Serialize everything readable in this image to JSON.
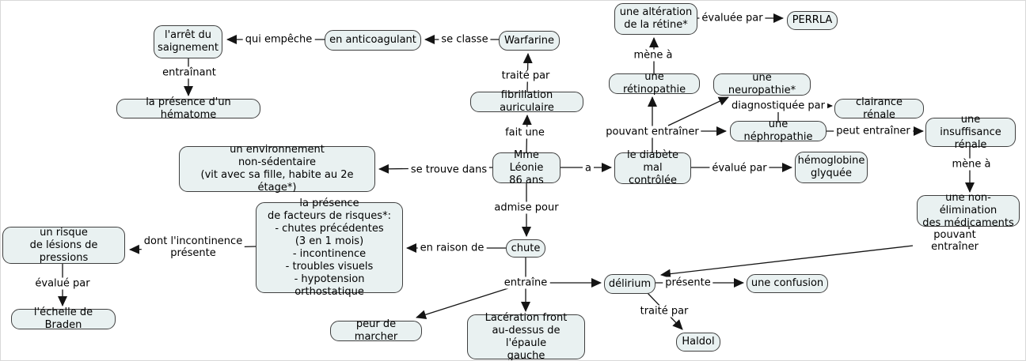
{
  "diagram": {
    "title": "concept map — Mme Léonie 86 ans (carte conceptuelle clinique)",
    "background_color": "#ffffff",
    "node_fill_color": "#e9f1f1",
    "node_border_color": "#3f3f3f",
    "line_color": "#141414"
  },
  "nodes": {
    "arret": "l'arrêt du\nsaignement",
    "hematome": "la présence d'un hématome",
    "anticoagulant": "en anticoagulant",
    "warfarine": "Warfarine",
    "fibrillation": "fibrillation auriculaire",
    "leonie": "Mme Léonie\n86 ans",
    "environnement": "un environnement\nnon-sédentaire\n(vit avec sa fille, habite au 2e étage*)",
    "diabete": "le diabète\nmal contrôlée",
    "hemoglobine": "hémoglobine\nglyquée",
    "alteration": "une altération\nde la rétine*",
    "perrla": "PERRLA",
    "retinopathie": "une rétinopathie",
    "neuropathie": "une neuropathie*",
    "clairance": "clairance rénale",
    "nephropathie": "une néphropathie",
    "insuffisance": "une insuffisance\nrénale",
    "non_elimination": "une non-élimination\ndes médicaments",
    "facteurs": "la présence\nde facteurs de risques*:\n- chutes précédentes\n(3 en 1 mois)\n- incontinence\n- troubles visuels\n- hypotension orthostatique",
    "risque": "un risque\nde lésions de pressions",
    "braden": "l'échelle de Braden",
    "chute": "chute",
    "peur": "peur de marcher",
    "laceration": "Lacération front\nau-dessus de l'épaule\ngauche",
    "delirium": "délirium",
    "confusion": "une confusion",
    "haldol": "Haldol"
  },
  "labels": {
    "qui_empeche": "qui empêche",
    "entrainant": "entraînant",
    "se_classe": "se classe",
    "traite_par_1": "traité par",
    "fait_une": "fait une",
    "se_trouve_dans": "se trouve dans",
    "a": "a",
    "admise_pour": "admise pour",
    "pouvant_entrainer_1": "pouvant entraîner",
    "mene_a_1": "mène à",
    "evaluee_par": "évaluée par",
    "diagnostiquee_par": "diagnostiquée par",
    "peut_entrainer": "peut entraîner",
    "evalue_par_1": "évalué par",
    "mene_a_2": "mène à",
    "pouvant_entrainer_2": "pouvant entraîner",
    "en_raison_de": "en raison de",
    "dont_incontinence": "dont l'incontinence\nprésente",
    "evalue_par_2": "évalué par",
    "entraine": "entraîne",
    "presente": "présente",
    "traite_par_2": "traité par"
  }
}
